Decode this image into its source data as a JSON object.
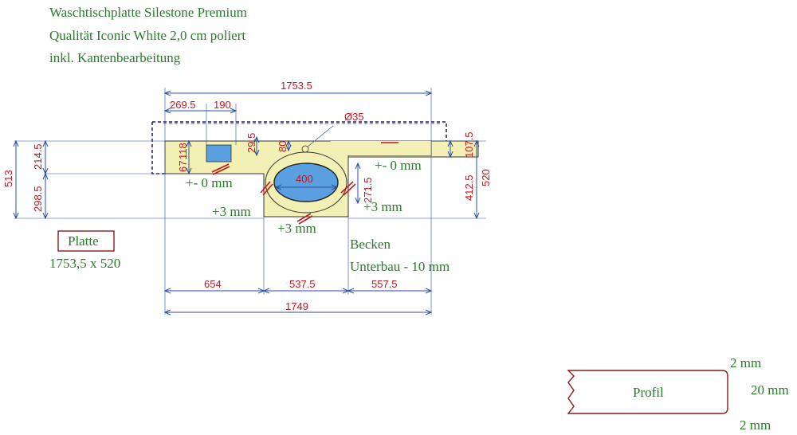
{
  "header": {
    "line1": "Waschtischplatte Silestone Premium",
    "line2": "Qualität Iconic White 2,0 cm poliert",
    "line3": "inkl. Kantenbearbeitung"
  },
  "dimensions": {
    "top_overall": "1753.5",
    "top_left_1": "269.5",
    "top_left_2": "190",
    "hole_diameter": "Ø35",
    "left_outer": "513",
    "left_upper": "214.5",
    "left_lower": "298.5",
    "inner_vertical_a": "67",
    "inner_vertical_b": "118",
    "inner_vertical_c": "29.5",
    "inner_vertical_d": "80",
    "basin_width": "400",
    "basin_depth": "271.5",
    "right_small": "107.5",
    "right_mid": "412.5",
    "right_outer": "520",
    "bottom_1": "654",
    "bottom_2": "537.5",
    "bottom_3": "557.5",
    "bottom_overall": "1749"
  },
  "notes": {
    "tolerance_left": "+- 0 mm",
    "tolerance_right": "+- 0 mm",
    "plus3_left": "+3 mm",
    "plus3_right": "+3 mm",
    "plus3_bottom": "+3 mm",
    "basin_line1": "Becken",
    "basin_line2": "Unterbau - 10 mm"
  },
  "plate": {
    "label": "Platte",
    "size": "1753,5 x 520"
  },
  "profile": {
    "label": "Profil",
    "top": "2 mm",
    "thickness": "20 mm",
    "bottom": "2 mm"
  },
  "colors": {
    "countertop_fill": "#f2f0b4",
    "basin_fill": "#5aa0e0",
    "dimension_text": "#c8141e",
    "note_text": "#2a7a2a",
    "dimension_line": "#2a4fa0",
    "cabinet_outline": "#1a1a6e",
    "plate_box": "#8a1a1a"
  }
}
